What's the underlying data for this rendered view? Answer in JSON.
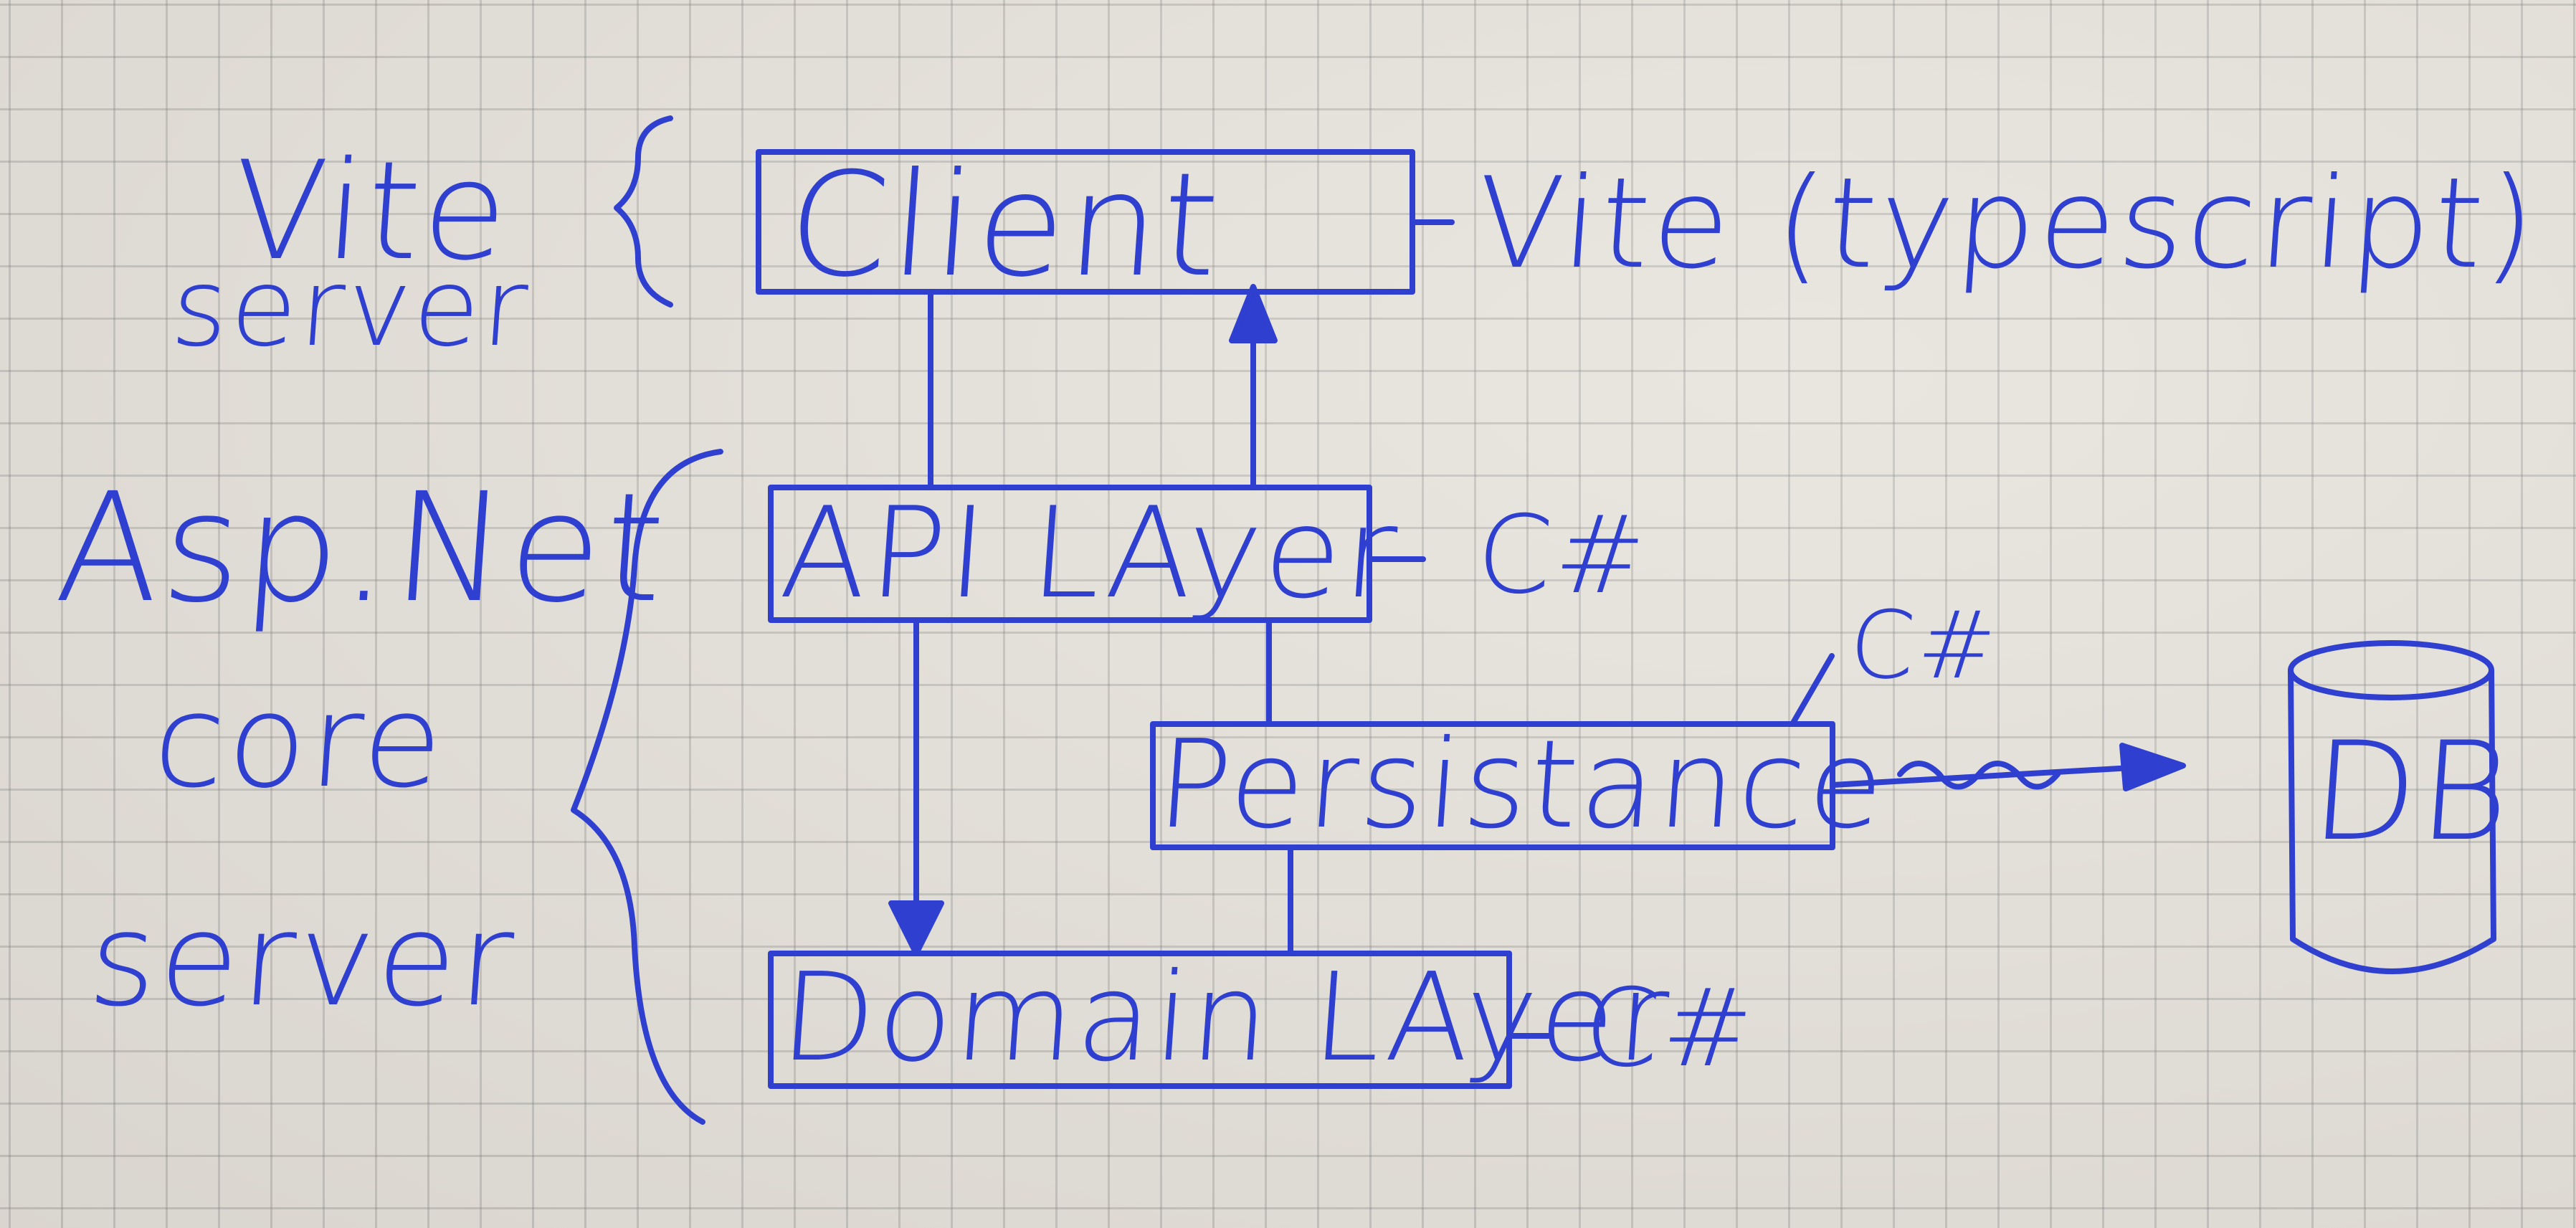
{
  "groups": {
    "vite_server": {
      "line1": "Vite",
      "line2": "server"
    },
    "aspnet_core_server": {
      "line1": "Asp.Net",
      "line2": "core",
      "line3": "server"
    }
  },
  "boxes": {
    "client": "Client",
    "api_layer": "API LAyer",
    "persistance": "Persistance",
    "domain_layer": "Domain LAyer",
    "db": "DB"
  },
  "annotations": {
    "client_tech": "Vite (typescript)",
    "api_tech": "C#",
    "persistance_tech": "C#",
    "domain_tech": "C#"
  },
  "colors": {
    "ink": "#2f3fd0",
    "paper": "#e7e3dc",
    "grid": "#a8a6a0"
  }
}
